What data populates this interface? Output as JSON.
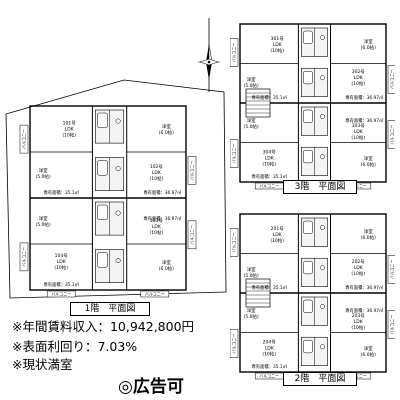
{
  "floor1": {
    "label": "1階　平面図",
    "units": [
      {
        "unit": "101号",
        "ldk": "LDK",
        "ldk_size": "(10帖)",
        "room": "洋室",
        "room_size": "(5.0帖)",
        "area": "専有面積：35.1㎡"
      },
      {
        "unit": "102号",
        "ldk": "LDK",
        "ldk_size": "(10帖)",
        "room": "洋室",
        "room_size": "(6.0帖)",
        "area": "専有面積：36.97㎡"
      },
      {
        "unit": "103号",
        "ldk": "LDK",
        "ldk_size": "(10帖)",
        "room": "洋室",
        "room_size": "(6.0帖)",
        "area": "専有面積：36.97㎡"
      },
      {
        "unit": "104号",
        "ldk": "LDK",
        "ldk_size": "(10帖)",
        "room": "洋室",
        "room_size": "(5.0帖)",
        "area": "専有面積：35.1㎡"
      }
    ]
  },
  "floor3": {
    "label": "3階　平面図",
    "units": [
      {
        "unit": "301号",
        "ldk": "LDK",
        "ldk_size": "(10帖)",
        "room": "洋室",
        "room_size": "(5.0帖)",
        "area": "専有面積：35.1㎡"
      },
      {
        "unit": "302号",
        "ldk": "LDK",
        "ldk_size": "(10帖)",
        "room": "洋室",
        "room_size": "(6.0帖)",
        "area": "専有面積：36.97㎡"
      },
      {
        "unit": "303号",
        "ldk": "LDK",
        "ldk_size": "(10帖)",
        "room": "洋室",
        "room_size": "(6.0帖)",
        "area": "専有面積：36.97㎡"
      },
      {
        "unit": "304号",
        "ldk": "LDK",
        "ldk_size": "(10帖)",
        "room": "洋室",
        "room_size": "(5.0帖)",
        "area": "専有面積：35.1㎡"
      }
    ]
  },
  "floor2": {
    "label": "2階　平面図",
    "units": [
      {
        "unit": "201号",
        "ldk": "LDK",
        "ldk_size": "(10帖)",
        "room": "洋室",
        "room_size": "(5.0帖)",
        "area": "専有面積：35.1㎡"
      },
      {
        "unit": "202号",
        "ldk": "LDK",
        "ldk_size": "(10帖)",
        "room": "洋室",
        "room_size": "(6.0帖)",
        "area": "専有面積：36.97㎡"
      },
      {
        "unit": "203号",
        "ldk": "LDK",
        "ldk_size": "(10帖)",
        "room": "洋室",
        "room_size": "(6.0帖)",
        "area": "専有面積：36.97㎡"
      },
      {
        "unit": "204号",
        "ldk": "LDK",
        "ldk_size": "(10帖)",
        "room": "洋室",
        "room_size": "(5.0帖)",
        "area": "専有面積：35.1㎡"
      }
    ]
  },
  "balcony_label": "バルコニー",
  "info": {
    "income": "※年間賃料収入：10,942,800円",
    "yield": "※表面利回り：7.03%",
    "occupancy": "※現状満室"
  },
  "ad_mark": "◎広告可",
  "compass": {
    "icon": "north-arrow-compass-icon"
  }
}
